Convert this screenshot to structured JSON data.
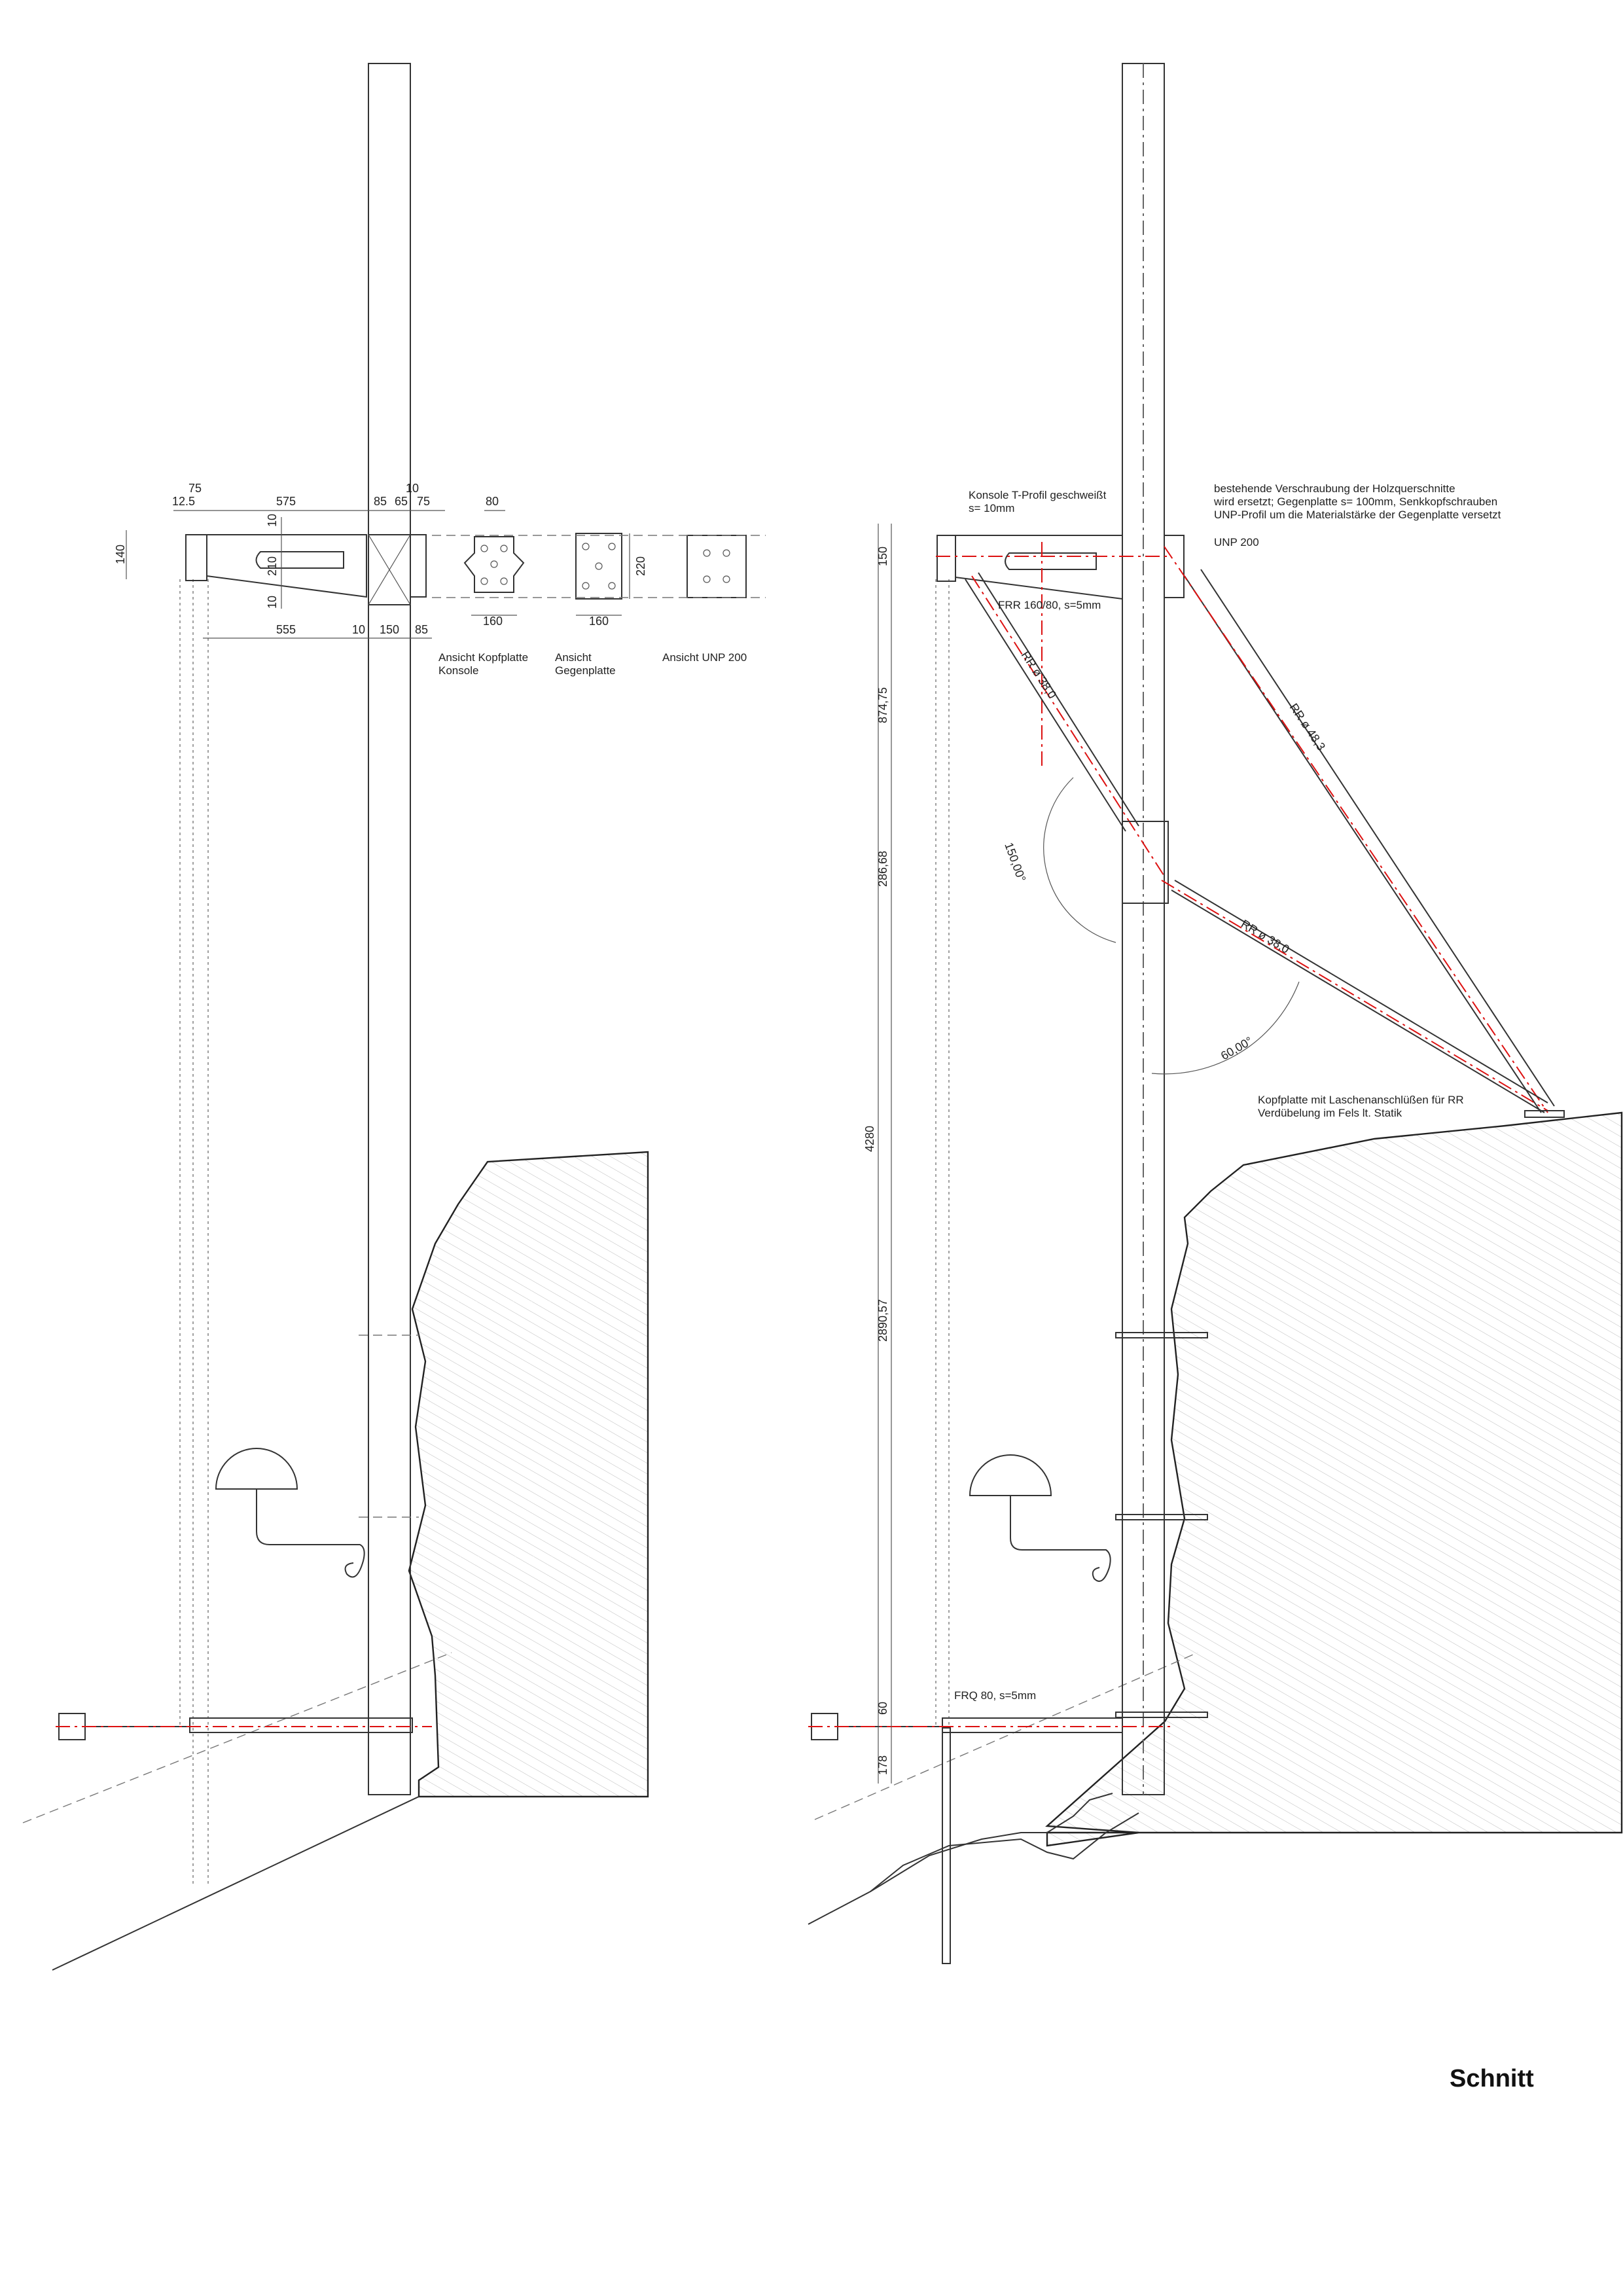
{
  "title": "Schnitt",
  "left_view": {
    "dims_top": [
      "75",
      "12.5",
      "575",
      "85",
      "65",
      "10",
      "75"
    ],
    "dims_vertical": [
      "10",
      "210",
      "10",
      "140"
    ],
    "dims_bottom": [
      "555",
      "10",
      "150",
      "85"
    ],
    "detail_dims": {
      "kopfplatte_w": "80",
      "kopfplatte_b": "160",
      "gegen_b": "160",
      "gegen_h": "220"
    },
    "detail_labels": {
      "kopfplatte_1": "Ansicht Kopfplatte",
      "kopfplatte_2": "Konsole",
      "gegen_1": "Ansicht",
      "gegen_2": "Gegenplatte",
      "unp": "Ansicht UNP 200"
    }
  },
  "right_view": {
    "notes": {
      "konsole_1": "Konsole T-Profil geschweißt",
      "konsole_2": "s= 10mm",
      "verschraubung_1": "bestehende Verschraubung der Holzquerschnitte",
      "verschraubung_2": "wird ersetzt; Gegenplatte s= 100mm, Senkkopfschrauben",
      "verschraubung_3": "UNP-Profil um die Materialstärke der Gegenplatte versetzt",
      "unp": "UNP 200",
      "frr": "FRR 160/80, s=5mm",
      "kopfplatte_1": "Kopfplatte mit Laschenanschlüßen für RR",
      "kopfplatte_2": "Verdübelung im Fels lt. Statik",
      "frq": "FRQ 80, s=5mm"
    },
    "members": {
      "rr_upper": "RR ø 38,0",
      "rr_main": "RR ø 48,3",
      "rr_lower": "RR ø 38,0"
    },
    "angles": {
      "a1": "150,00°",
      "a2": "60,00°"
    },
    "dims_vertical": [
      "150",
      "874,75",
      "286,68",
      "4280",
      "2890,57",
      "60",
      "178"
    ]
  }
}
